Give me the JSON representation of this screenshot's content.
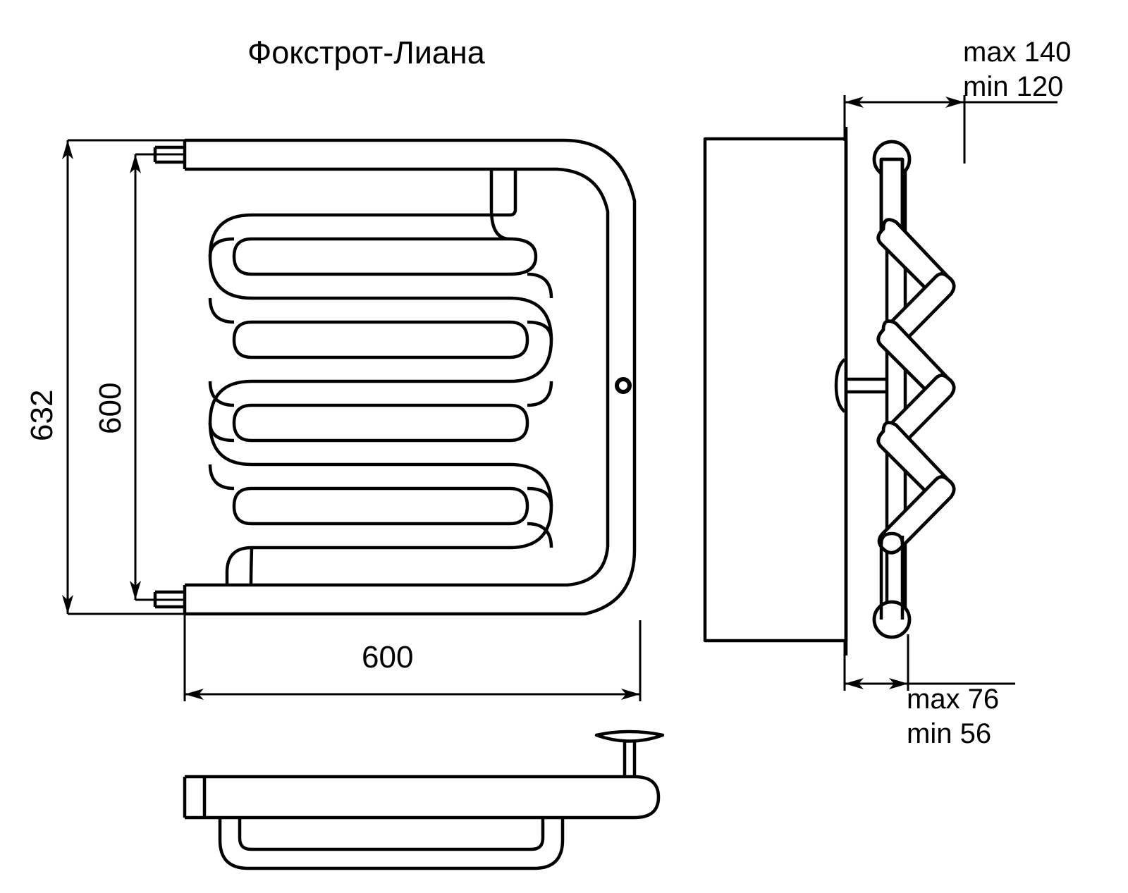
{
  "drawing": {
    "title": "Фокстрот-Лиана",
    "product_type": "towel-radiator-technical-drawing",
    "views": {
      "front": {
        "name": "front-view"
      },
      "side": {
        "name": "side-view"
      },
      "top": {
        "name": "top-view"
      }
    }
  },
  "dimensions": {
    "overall_height": "632",
    "inner_height": "600",
    "width": "600",
    "depth_max": "max 140",
    "depth_min": "min 120",
    "arm_max": "max 76",
    "arm_min": "min 56"
  },
  "icons": {
    "mounting_hole": "hole-icon",
    "wall_bracket": "wall-bracket-icon",
    "t_fitting": "t-fitting-icon"
  },
  "colors": {
    "line": "#000000",
    "background": "#ffffff"
  }
}
